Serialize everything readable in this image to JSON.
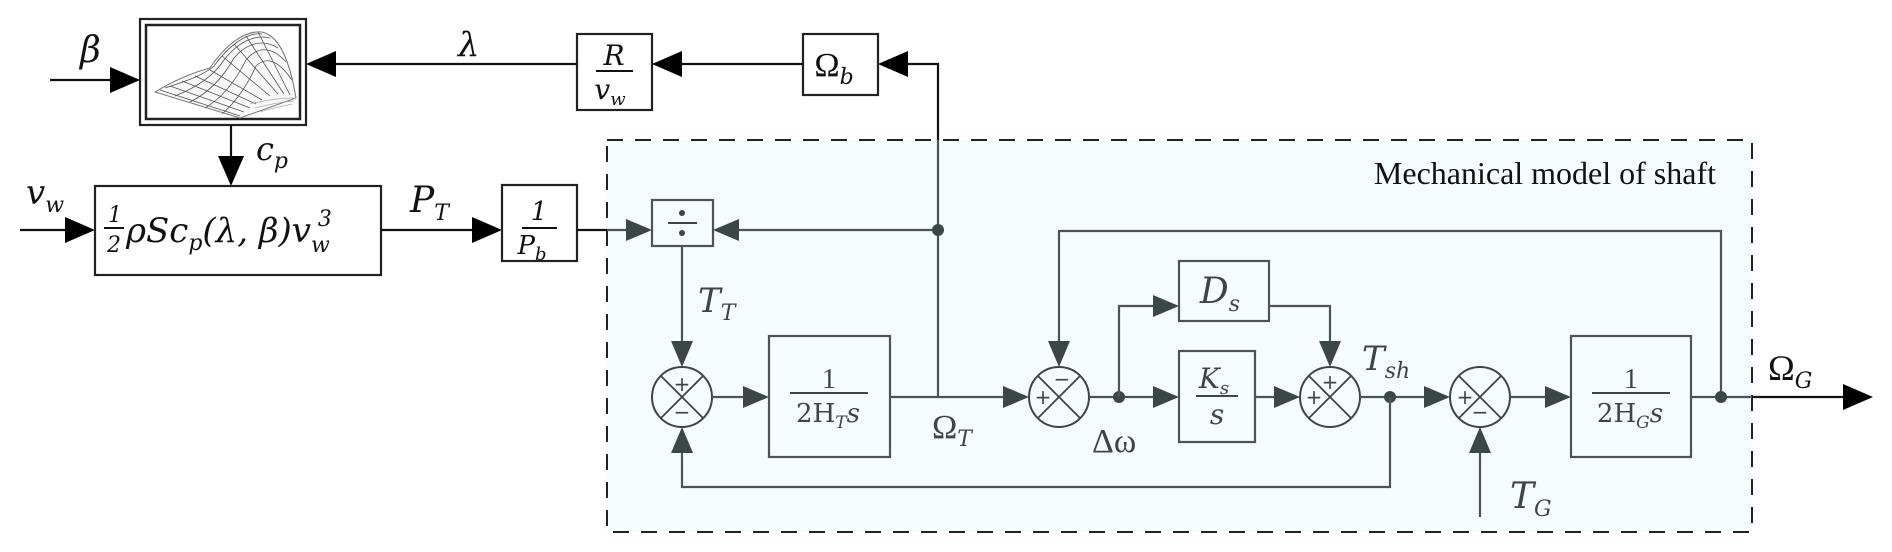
{
  "diagram": {
    "region_title": "Mechanical model of shaft",
    "signals": {
      "beta": "β",
      "lambda": "λ",
      "cp": {
        "base": "c",
        "sub": "p"
      },
      "vw": {
        "base": "v",
        "sub": "w"
      },
      "PT": {
        "base": "P",
        "sub": "T"
      },
      "TT": {
        "base": "T",
        "sub": "T"
      },
      "OmegaT": {
        "base": "Ω",
        "sub": "T"
      },
      "domega": "Δω",
      "Tsh": {
        "base": "T",
        "sub": "sh"
      },
      "TG": {
        "base": "T",
        "sub": "G"
      },
      "OmegaG": {
        "base": "Ω",
        "sub": "G"
      }
    },
    "blocks": {
      "cp_lookup": {
        "label": "cp(λ, β) surface lookup"
      },
      "aero_power": {
        "frac_num": "1",
        "frac_den": "2",
        "expr": "ρSc",
        "sub_p": "p",
        "args": "(λ, β)v",
        "sub_w": "w",
        "sup_3": "3"
      },
      "per_unit": {
        "num": "1",
        "den_base": "P",
        "den_sub": "b"
      },
      "tip_speed": {
        "num": "R",
        "den_base": "v",
        "den_sub": "w"
      },
      "base_speed": {
        "base": "Ω",
        "sub": "b"
      },
      "divide": {
        "symbol": "÷"
      },
      "turbine_inertia": {
        "num": "1",
        "den_pre": "2H",
        "den_sub": "T",
        "den_post": "s"
      },
      "damping": {
        "base": "D",
        "sub": "s"
      },
      "stiffness": {
        "num_base": "K",
        "num_sub": "s",
        "den": "s"
      },
      "generator_inertia": {
        "num": "1",
        "den_pre": "2H",
        "den_sub": "G",
        "den_post": "s"
      }
    },
    "summing_junctions": [
      {
        "id": "sum1",
        "signs": {
          "top": "+",
          "bottom": "−"
        }
      },
      {
        "id": "sum2",
        "signs": {
          "left": "+",
          "top": "−"
        }
      },
      {
        "id": "sum3",
        "signs": {
          "left": "+",
          "top": "+"
        }
      },
      {
        "id": "sum4",
        "signs": {
          "left": "+",
          "bottom": "−"
        }
      }
    ],
    "colors": {
      "region_fill": "#f4fcfe",
      "internal_stroke": "#3b4747",
      "external_stroke": "#111111"
    }
  }
}
